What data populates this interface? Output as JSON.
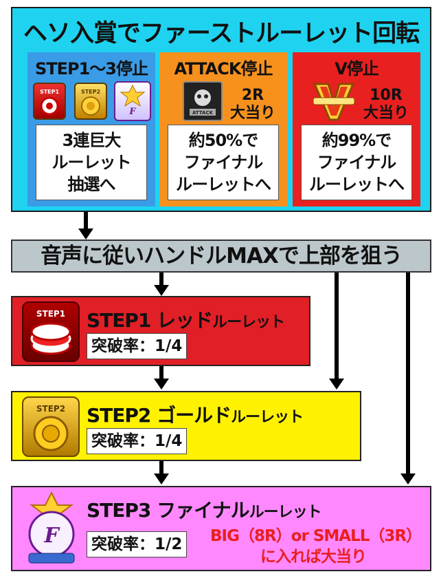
{
  "top": {
    "title": "ヘソ入賞でファーストルーレット回転",
    "columns": [
      {
        "heading": "STEP1～3停止",
        "box_lines": [
          "3連巨大",
          "ルーレット",
          "抽選へ"
        ]
      },
      {
        "heading": "ATTACK停止",
        "round": "2R",
        "jackpot": "大当り",
        "box_lines": [
          "約50%で",
          "ファイナル",
          "ルーレットへ"
        ]
      },
      {
        "heading": "V停止",
        "round": "10R",
        "jackpot": "大当り",
        "box_lines": [
          "約99%で",
          "ファイナル",
          "ルーレットへ"
        ]
      }
    ]
  },
  "middle": {
    "instruction": "音声に従いハンドルMAXで上部を狙う"
  },
  "steps": [
    {
      "label": "STEP1",
      "name_big": "レッド",
      "name_small": "ルーレット",
      "rate": "突破率：1/4",
      "color": "#e11f26"
    },
    {
      "label": "STEP2",
      "name_big": "ゴールド",
      "name_small": "ルーレット",
      "rate": "突破率：1/4",
      "color": "#fff200"
    },
    {
      "label": "STEP3",
      "name_big": "ファイナル",
      "name_small": "ルーレット",
      "rate": "突破率：1/2",
      "color": "#ff88ff",
      "note_lines": [
        "BIG（8R）or SMALL（3R）",
        "に入れば大当り"
      ]
    }
  ],
  "icons": {
    "step1": "step1-roulette-badge-icon",
    "step2": "step2-roulette-badge-icon",
    "final": "final-roulette-badge-icon",
    "attack": "attack-emblem-icon",
    "v": "v-emblem-icon"
  },
  "colors": {
    "top_panel": "#1fd3f0",
    "col1": "#3a9be6",
    "col2": "#f6911e",
    "col3": "#e8201f",
    "bar": "#bcc7cc",
    "note": "#e8201f"
  }
}
